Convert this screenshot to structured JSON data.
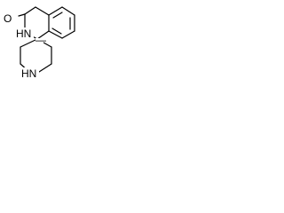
{
  "molecule": {
    "atoms": {
      "oxygen": "O",
      "lactam_nitrogen": "HN",
      "piperidine_nitrogen": "HN",
      "methyl_fragment": "—"
    },
    "colors": {
      "bond": "#000000",
      "background": "#ffffff"
    }
  }
}
